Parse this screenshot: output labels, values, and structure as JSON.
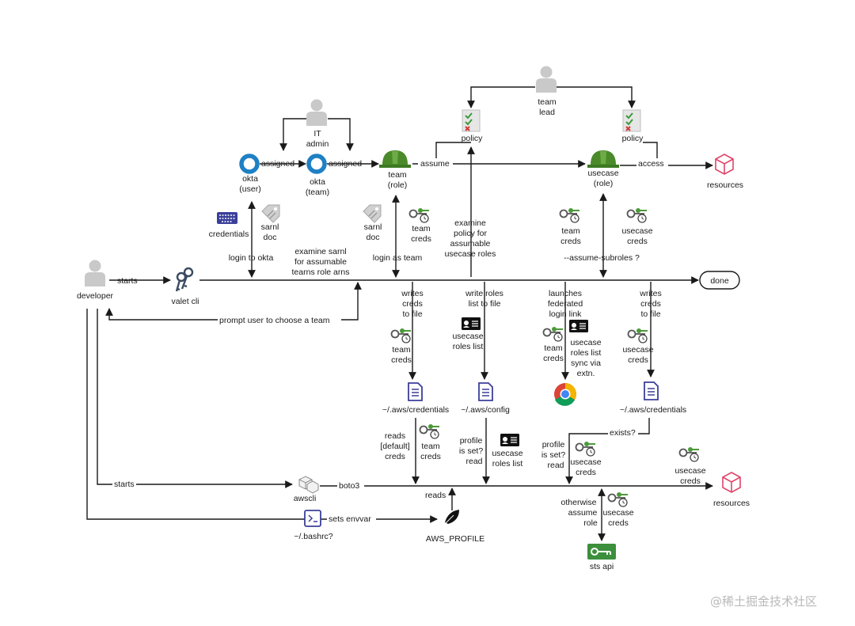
{
  "actors": {
    "developer": "developer",
    "it_admin": [
      "IT",
      "admin"
    ],
    "team_lead": [
      "team",
      "lead"
    ]
  },
  "nodes": {
    "okta_user": [
      "okta",
      "(user)"
    ],
    "okta_team": [
      "okta",
      "(team)"
    ],
    "team_role": [
      "team",
      "(role)"
    ],
    "usecase_role": [
      "usecase",
      "(role)"
    ],
    "policy_left": "policy",
    "policy_right": "policy",
    "resources_top": "resources",
    "resources_bottom": "resources",
    "credentials": "credentials",
    "saml_doc_left": [
      "sarnl",
      "doc"
    ],
    "saml_doc_right": [
      "sarnl",
      "doc"
    ],
    "valet_cli": "valet cli",
    "done": "done",
    "aws_credentials_left": "~/.aws/credentials",
    "aws_config": "~/.aws/config",
    "aws_credentials_right": "~/.aws/credentials",
    "awscli": "awscli",
    "bashrc": "~/.bashrc?",
    "aws_profile": "AWS_PROFILE",
    "sts_api": "sts api"
  },
  "labels": {
    "starts_top": "starts",
    "starts_bottom": "starts",
    "assigned_1": "assigned",
    "assigned_2": "assigned",
    "assume": "assume",
    "access": "access",
    "login_to_okta": "login to okta",
    "examine_saml": [
      "examine sarnl",
      "for assumable",
      "tearns role arns"
    ],
    "login_as_team": "login as team",
    "examine_policy": [
      "examine",
      "policy for",
      "assumable",
      "usecase roles"
    ],
    "assume_subroles": "--assume-subroles ?",
    "prompt_user": "prompt user to choose a team",
    "writes_creds_left": [
      "writes",
      "creds",
      "to file"
    ],
    "write_roles": [
      "write roles",
      "list to file"
    ],
    "launches": [
      "launches",
      "federated",
      "login link"
    ],
    "writes_creds_right": [
      "writes",
      "creds",
      "to file"
    ],
    "exists": "exists?",
    "reads_default": [
      "reads",
      "[default]",
      "creds"
    ],
    "profile_read_mid": [
      "profile",
      "is set?",
      "read"
    ],
    "profile_read_right": [
      "profile",
      "is set?",
      "read"
    ],
    "boto3": "boto3",
    "reads": "reads",
    "sets_envvar": "sets envvar",
    "otherwise_assume": [
      "otherwise",
      "assume",
      "role"
    ]
  },
  "items": {
    "team_creds_top": [
      "team",
      "creds"
    ],
    "usecase_team_creds": [
      "team",
      "creds"
    ],
    "usecase_creds_top": [
      "usecase",
      "creds"
    ],
    "team_creds_left_mid": [
      "team",
      "creds"
    ],
    "usecase_roles_list_mid": [
      "usecase",
      "roles list"
    ],
    "team_creds_chrome": [
      "team",
      "creds"
    ],
    "usecase_roles_sync": [
      "usecase",
      "roles list",
      "sync via",
      "extn."
    ],
    "usecase_creds_right_mid": [
      "usecase",
      "creds"
    ],
    "team_creds_bottom": [
      "team",
      "creds"
    ],
    "usecase_roles_list_bottom": [
      "usecase",
      "roles list"
    ],
    "usecase_creds_exists": [
      "usecase",
      "creds"
    ],
    "usecase_creds_far": [
      "usecase",
      "creds"
    ],
    "usecase_creds_sts": [
      "usecase",
      "creds"
    ]
  },
  "watermark": "@稀土掘金技术社区",
  "colors": {
    "okta": "#1f80c4",
    "helmet": "#4a8a2a",
    "resources": "#e0446a",
    "doc_icon": "#3b3f9a",
    "sts": "#3c8f3c",
    "key_green": "#4c9a3a",
    "person": "#c9c9c9"
  }
}
